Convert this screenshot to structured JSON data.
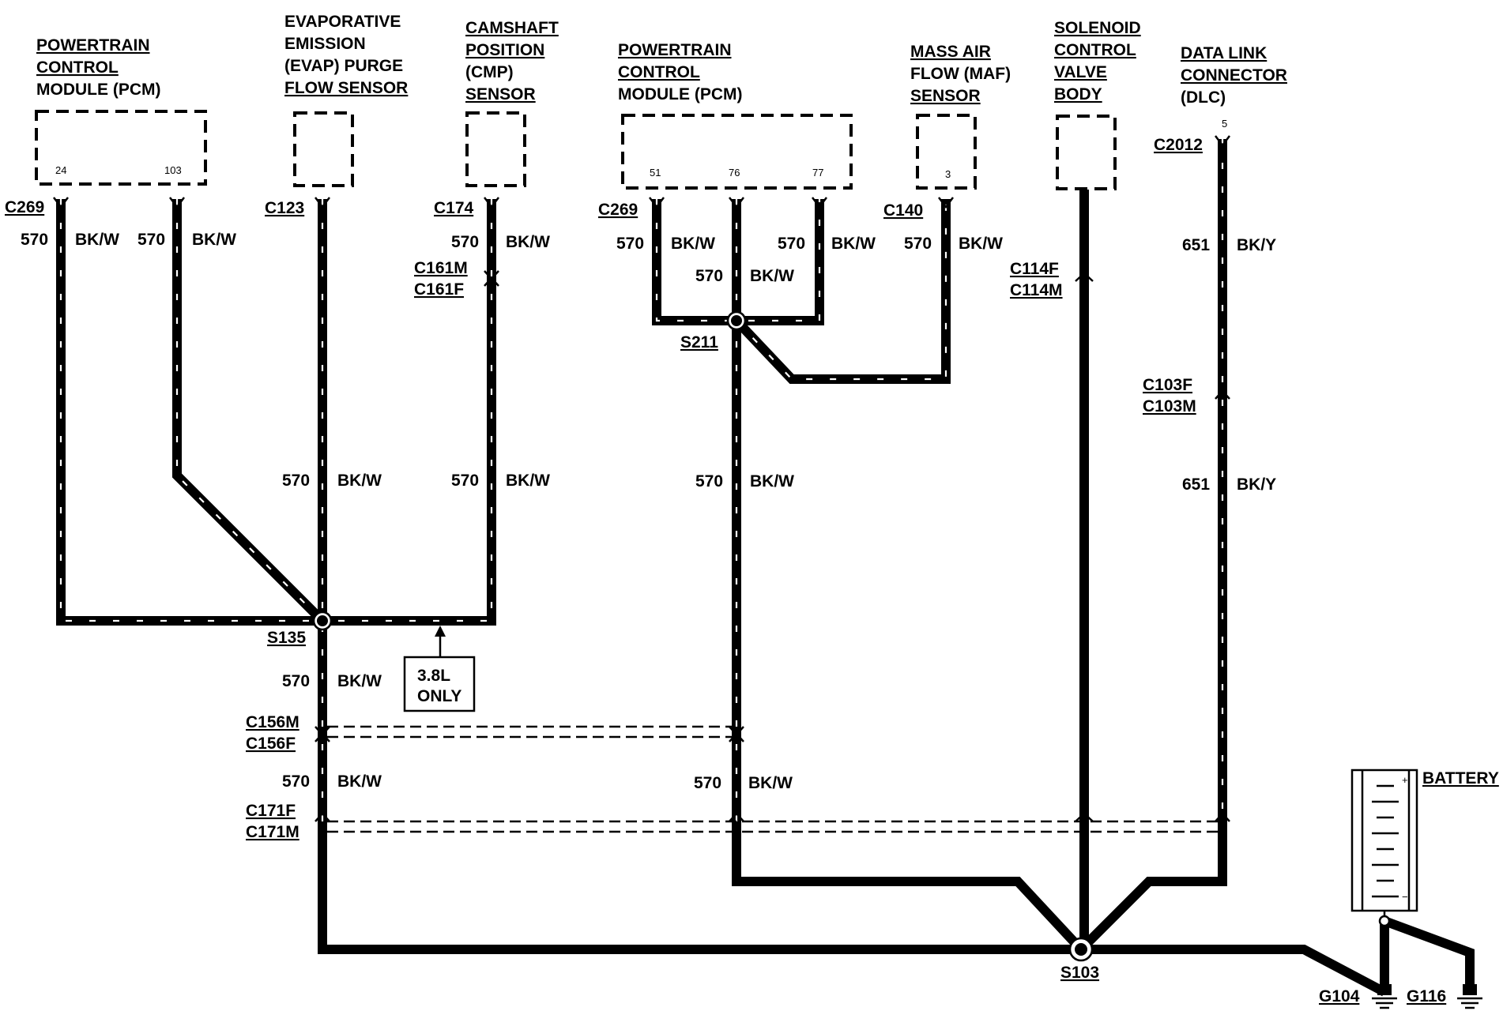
{
  "components": {
    "pcm_left": {
      "lines": [
        "POWERTRAIN",
        "CONTROL",
        "MODULE (PCM)"
      ],
      "pins": [
        "24",
        "103"
      ]
    },
    "evap_sensor": {
      "lines": [
        "EVAPORATIVE",
        "EMISSION",
        "(EVAP) PURGE",
        "FLOW SENSOR"
      ]
    },
    "cmp_sensor": {
      "lines": [
        "CAMSHAFT",
        "POSITION",
        "(CMP)",
        "SENSOR"
      ]
    },
    "pcm_right": {
      "lines": [
        "POWERTRAIN",
        "CONTROL",
        "MODULE (PCM)"
      ],
      "pins": [
        "51",
        "76",
        "77"
      ]
    },
    "maf_sensor": {
      "lines": [
        "MASS AIR",
        "FLOW (MAF)",
        "SENSOR"
      ],
      "pins": [
        "3"
      ]
    },
    "solenoid_valve": {
      "lines": [
        "SOLENOID",
        "CONTROL",
        "VALVE",
        "BODY"
      ]
    },
    "dlc": {
      "lines": [
        "DATA LINK",
        "CONNECTOR",
        "(DLC)"
      ],
      "pins": [
        "5"
      ]
    },
    "battery": {
      "label": "BATTERY",
      "pos": "+",
      "neg": "−"
    }
  },
  "connectors": {
    "c269_left": "C269",
    "c123": "C123",
    "c174": "C174",
    "c161m": "C161M",
    "c161f": "C161F",
    "c269_right": "C269",
    "c140": "C140",
    "c114f": "C114F",
    "c114m": "C114M",
    "c2012": "C2012",
    "c103f": "C103F",
    "c103m": "C103M",
    "c156m": "C156M",
    "c156f": "C156F",
    "c171f": "C171F",
    "c171m": "C171M"
  },
  "splices": {
    "s135": "S135",
    "s211": "S211",
    "s103": "S103"
  },
  "grounds": {
    "g104": "G104",
    "g116": "G116"
  },
  "wires": {
    "circuit_570": "570",
    "color_bkw": "BK/W",
    "circuit_651": "651",
    "color_bky": "BK/Y"
  },
  "note": {
    "line1": "3.8L",
    "line2": "ONLY"
  },
  "colors": {
    "wire": "#000000",
    "stripe": "#ffffff",
    "background": "#ffffff"
  }
}
